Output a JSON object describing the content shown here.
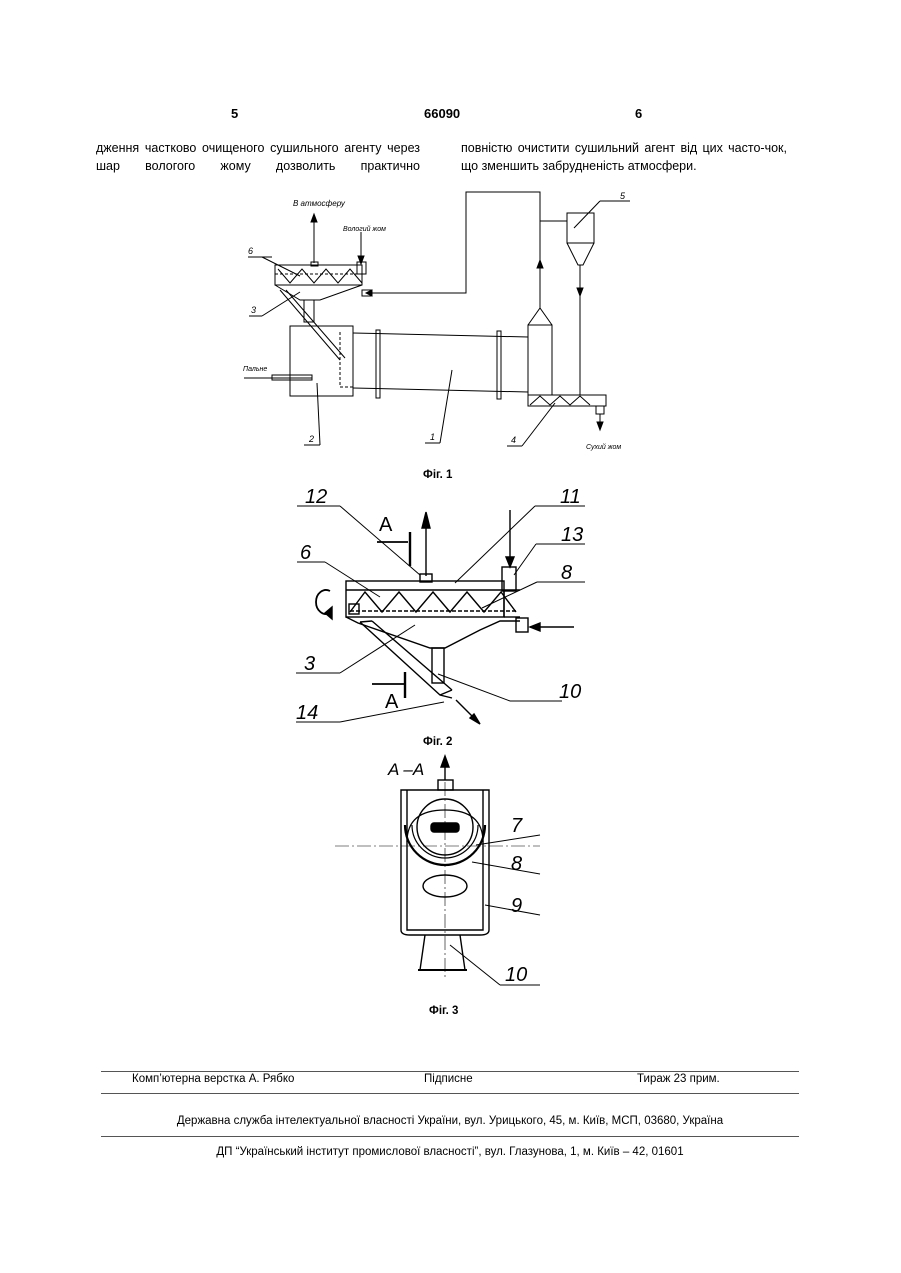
{
  "header": {
    "left_page": "5",
    "patent_number": "66090",
    "right_page": "6"
  },
  "text": {
    "col_left": "дження частково очищеного сушильного агенту через шар вологого жому дозволить практично",
    "col_right": "повністю очистити сушильний агент від цих часто-чок, що зменшить забрудненість атмосфери."
  },
  "figure1": {
    "label_to_atmosphere": "В атмосферу",
    "label_wet_pulp": "Вологий жом",
    "label_fuel": "Пальне",
    "label_dry_pulp": "Сухий жом",
    "callouts": [
      "1",
      "2",
      "3",
      "4",
      "5",
      "6"
    ],
    "caption": "Фіг. 1"
  },
  "figure2": {
    "section_mark": "A",
    "callouts": [
      "12",
      "11",
      "13",
      "6",
      "8",
      "3",
      "10",
      "14"
    ],
    "caption": "Фіг. 2"
  },
  "figure3": {
    "section_title": "A –A",
    "callouts": [
      "7",
      "8",
      "9",
      "10"
    ],
    "caption": "Фіг. 3"
  },
  "footer": {
    "typesetting": "Комп’ютерна верстка А. Рябко",
    "signed": "Підписне",
    "circulation": "Тираж 23 прим.",
    "office": "Державна служба інтелектуальної власності України, вул. Урицького, 45, м. Київ, МСП, 03680, Україна",
    "institute": "ДП “Український інститут промислової власності”, вул. Глазунова, 1, м. Київ – 42, 01601"
  }
}
